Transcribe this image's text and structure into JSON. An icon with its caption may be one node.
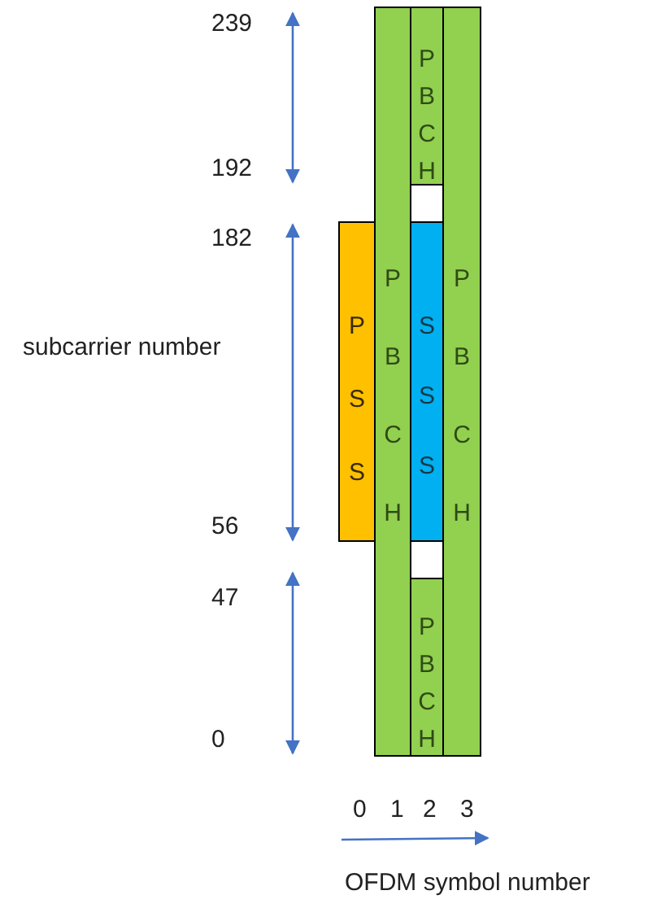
{
  "diagram": {
    "nodes": [
      {
        "text": [
          "PSS"
        ]
      },
      {
        "text": [
          "PBCH"
        ]
      },
      {
        "text": [
          "PBCH"
        ]
      },
      {
        "text": [
          "SSS"
        ]
      },
      {
        "text": [
          "PBCH"
        ]
      },
      {
        "text": [
          "PBCH"
        ]
      }
    ],
    "edges": [],
    "labels": [
      "239",
      "192",
      "182",
      "subcarrier number",
      "56",
      "47",
      "0",
      "0",
      "1",
      "2",
      "3",
      "OFDM symbol number"
    ]
  }
}
